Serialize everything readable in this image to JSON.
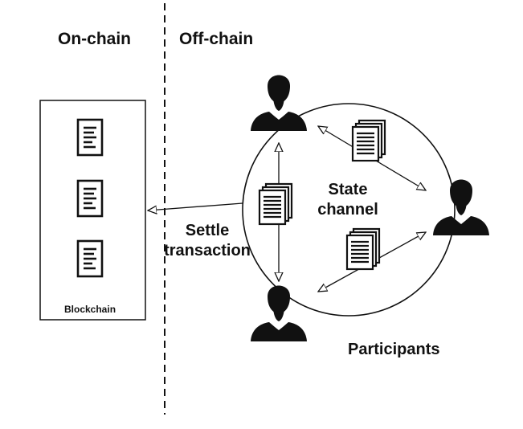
{
  "labels": {
    "on_chain": "On-chain",
    "off_chain": "Off-chain",
    "blockchain": "Blockchain",
    "state_channel_line1": "State",
    "state_channel_line2": "channel",
    "settle_line1": "Settle",
    "settle_line2": "transaction",
    "participants": "Participants"
  },
  "icons": {
    "block": "document-icon",
    "participant": "person-icon",
    "transaction": "stacked-documents-icon"
  },
  "colors": {
    "stroke": "#111111",
    "background": "#ffffff"
  }
}
